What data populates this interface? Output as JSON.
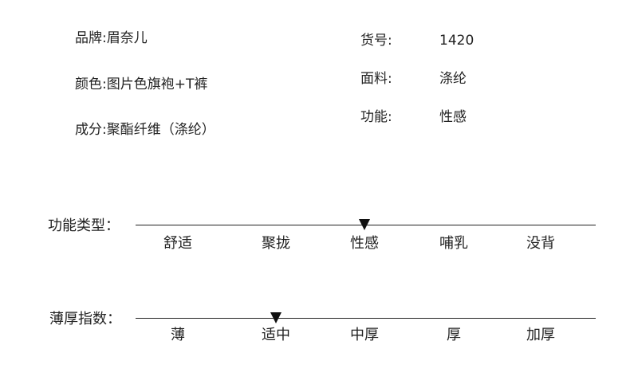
{
  "specs": {
    "brand": "品牌:眉奈儿",
    "color": "颜色:图片色旗袍+T裤",
    "composition": "成分:聚酯纤维（涤纶）",
    "item_no_label": "货号:",
    "item_no_value": "1420",
    "fabric_label": "面料:",
    "fabric_value": "涤纶",
    "function_label": "功能:",
    "function_value": "性感"
  },
  "function_type": {
    "label": "功能类型：",
    "options": [
      "舒适",
      "聚拢",
      "性感",
      "哺乳",
      "没背"
    ],
    "selected": "性感"
  },
  "thickness": {
    "label": "薄厚指数：",
    "options": [
      "薄",
      "适中",
      "中厚",
      "厚",
      "加厚"
    ],
    "selected": "适中"
  }
}
